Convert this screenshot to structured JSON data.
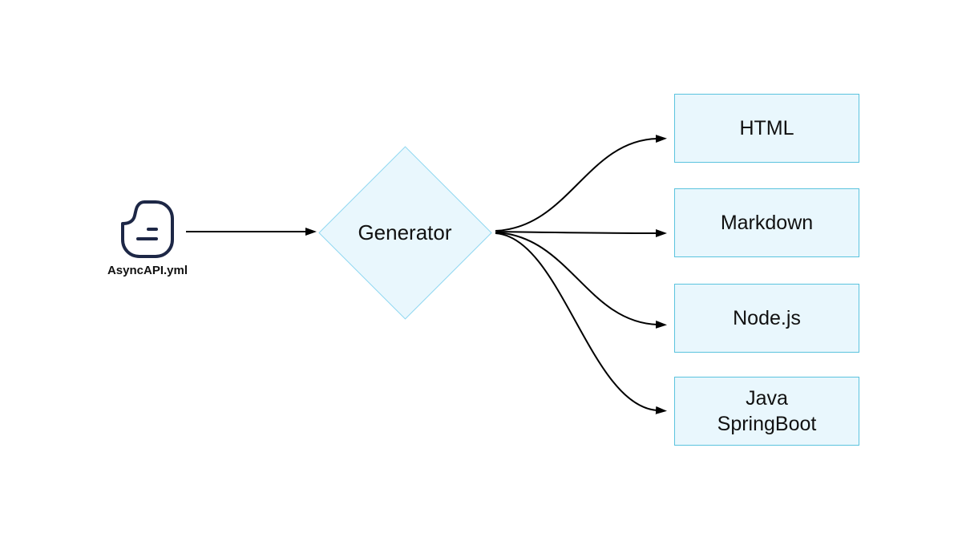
{
  "colors": {
    "canvas_bg": "#ffffff",
    "node_fill": "#e9f7fd",
    "box_border": "#5bc3de",
    "diamond_border": "#8fd7f0",
    "arrow": "#000000",
    "icon_stroke": "#1d2746",
    "label_text": "#111111"
  },
  "source": {
    "icon": "file-icon",
    "label": "AsyncAPI.yml"
  },
  "generator": {
    "label": "Generator"
  },
  "outputs": [
    {
      "label": "HTML"
    },
    {
      "label": "Markdown"
    },
    {
      "label": "Node.js"
    },
    {
      "label": "Java\nSpringBoot"
    }
  ]
}
